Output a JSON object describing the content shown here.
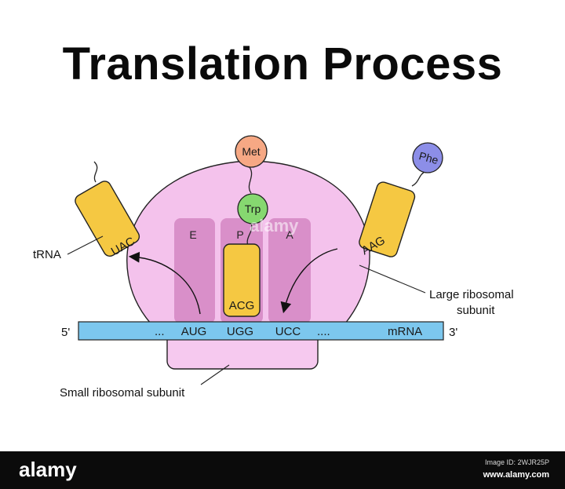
{
  "title": "Translation Process",
  "labels": {
    "trna": "tRNA",
    "large_subunit_line1": "Large ribosomal",
    "large_subunit_line2": "subunit",
    "small_subunit": "Small ribosomal subunit",
    "five_prime": "5'",
    "three_prime": "3'",
    "mrna": "mRNA"
  },
  "sites": {
    "e": "E",
    "p": "P",
    "a": "A"
  },
  "mrna_codons": {
    "left_dots": "...",
    "c1": "AUG",
    "c2": "UGG",
    "c3": "UCC",
    "right_dots": "...."
  },
  "trnas": {
    "exiting": {
      "anticodon": "UAC"
    },
    "p_site": {
      "anticodon": "ACG"
    },
    "incoming": {
      "anticodon": "AAG"
    }
  },
  "amino_acids": {
    "met": "Met",
    "trp": "Trp",
    "phe": "Phe"
  },
  "colors": {
    "large_subunit": "#f4c2ec",
    "site_slot": "#d98fc9",
    "small_subunit": "#f6c9ef",
    "mrna": "#7cc7ee",
    "trna": "#f5c842",
    "met": "#f6a884",
    "trp": "#86d870",
    "phe": "#8c8ee8"
  },
  "watermark": {
    "brand": "alamy",
    "image_id": "Image ID: 2WJR25P",
    "domain": "www.alamy.com",
    "overlay": "alamy"
  }
}
